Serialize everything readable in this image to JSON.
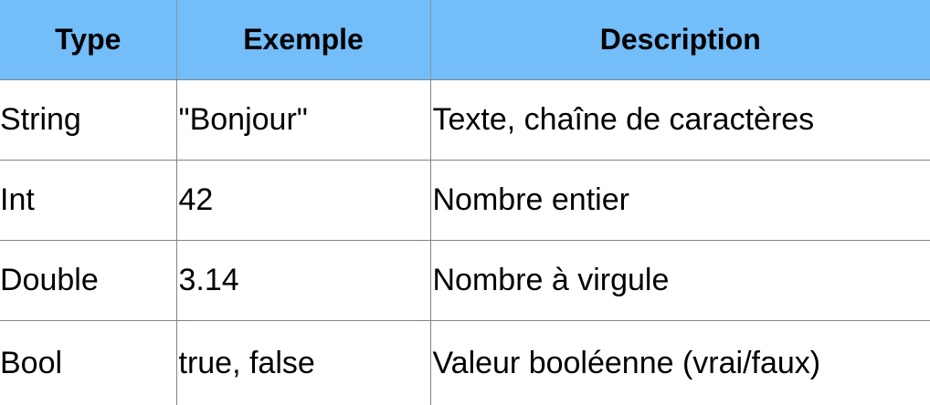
{
  "table": {
    "headers": [
      "Type",
      "Exemple",
      "Description"
    ],
    "rows": [
      [
        "String",
        "\"Bonjour\"",
        "Texte, chaîne de caractères"
      ],
      [
        "Int",
        "42",
        "Nombre entier"
      ],
      [
        "Double",
        "3.14",
        "Nombre à virgule"
      ],
      [
        "Bool",
        "true, false",
        "Valeur booléenne (vrai/faux)"
      ]
    ]
  },
  "colors": {
    "header_background": "#73bdf8",
    "border": "#7a8590",
    "text": "#000000"
  }
}
